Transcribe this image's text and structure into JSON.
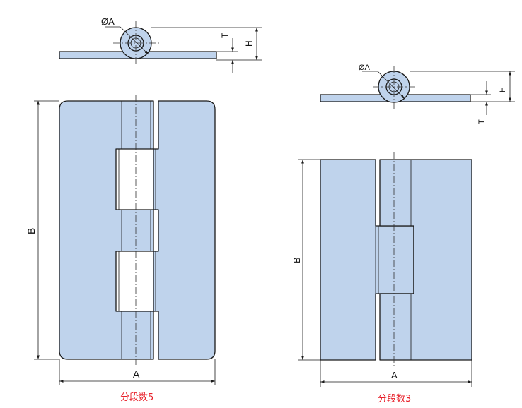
{
  "left_drawing": {
    "side_view": {
      "dia_label": "ØA",
      "thickness_label": "T",
      "height_label": "H"
    },
    "front_view": {
      "length_label": "B",
      "width_label": "A"
    },
    "caption": "分段数5"
  },
  "right_drawing": {
    "side_view": {
      "dia_label": "ØA",
      "thickness_label": "T",
      "height_label": "H"
    },
    "front_view": {
      "length_label": "B",
      "width_label": "A"
    },
    "caption": "分段数3"
  },
  "colors": {
    "part_fill": "#bfd3ec",
    "outline": "#1a1a1a",
    "caption": "#e8202a"
  }
}
